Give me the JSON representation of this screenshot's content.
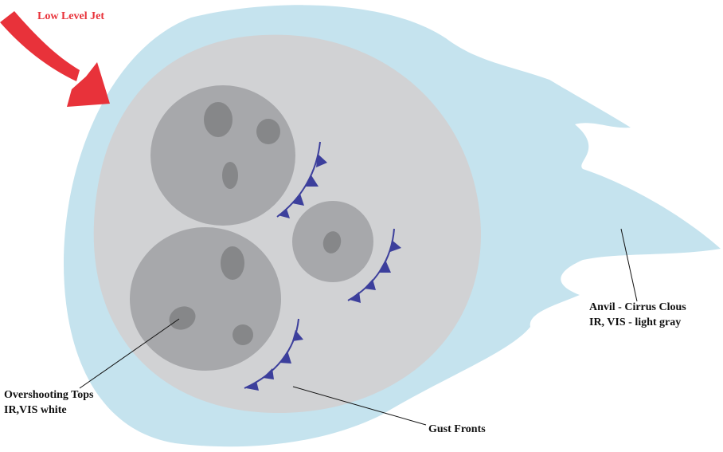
{
  "labels": {
    "jet": "Low Level Jet",
    "anvil_line1": "Anvil - Cirrus Clous",
    "anvil_line2": "IR, VIS  - light gray",
    "tops_line1": "Overshooting Tops",
    "tops_line2": "IR,VIS white",
    "gust": "Gust Fronts"
  },
  "colors": {
    "anvil": "#c5e3ee",
    "core": "#d1d2d4",
    "cell": "#a7a8ab",
    "top": "#868789",
    "gust_front": "#3c3f9c",
    "jet": "#e8323a"
  }
}
